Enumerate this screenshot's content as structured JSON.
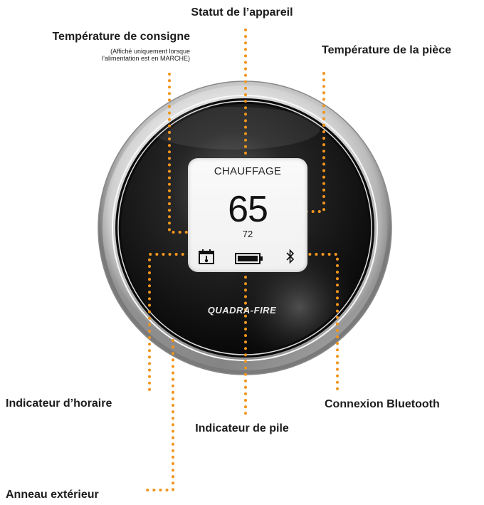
{
  "labels": {
    "device_status": "Statut de l’appareil",
    "setpoint_temperature": "Température de consigne",
    "setpoint_note_line1": "(Affiché uniquement lorsque",
    "setpoint_note_line2": "l’alimentation est en MARCHE)",
    "room_temperature": "Température de la pièce",
    "schedule_indicator": "Indicateur d’horaire",
    "bluetooth_connection": "Connexion Bluetooth",
    "battery_indicator": "Indicateur de pile",
    "outer_ring": "Anneau extérieur"
  },
  "display": {
    "mode": "CHAUFFAGE",
    "room_temperature": "65",
    "setpoint": "72",
    "icons": [
      "calendar-thermometer-icon",
      "battery-icon",
      "bluetooth-icon"
    ]
  },
  "brand": "QUADRA-FIRE",
  "colors": {
    "leader_line": "#f0951e",
    "device_face": "#151515",
    "ring": "#c4c4c4"
  }
}
